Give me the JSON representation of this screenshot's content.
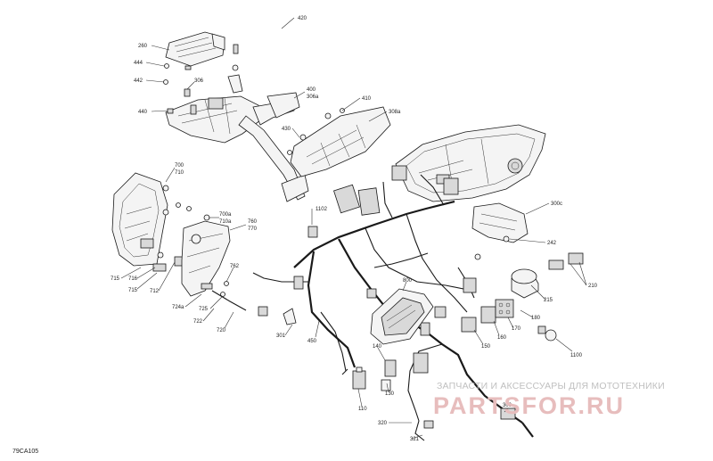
{
  "figure_id": "79CA105",
  "watermark": {
    "tagline": "ЗАПЧАСТИ И АКСЕССУАРЫ ДЛЯ МОТОТЕХНИКИ",
    "logo": "PARTSFOR.RU"
  },
  "callouts": {
    "c420": "420",
    "c260": "260",
    "c444": "444",
    "c442": "442",
    "c306": "306",
    "c440": "440",
    "c400": "400",
    "c306a": "306a",
    "c410": "410",
    "c308a": "308a",
    "c430": "430",
    "c700": "700",
    "c710": "710",
    "c1102": "1102",
    "c700a": "700a",
    "c710a": "710a",
    "c760": "760",
    "c770": "770",
    "c300c": "300c",
    "c242": "242",
    "c715": "715",
    "c716": "716",
    "c715b": "715",
    "c712": "712",
    "c762": "762",
    "c724a": "724a",
    "c725": "725",
    "c722": "722",
    "c720": "720",
    "c301": "301",
    "c450": "450",
    "c800": "800",
    "c215": "215",
    "c210": "210",
    "c170": "170",
    "c180": "180",
    "c160": "160",
    "c150": "150",
    "c1100": "1100",
    "c140": "140",
    "c130": "130",
    "c110": "110",
    "c300": "300",
    "c320": "320",
    "c321": "321"
  }
}
